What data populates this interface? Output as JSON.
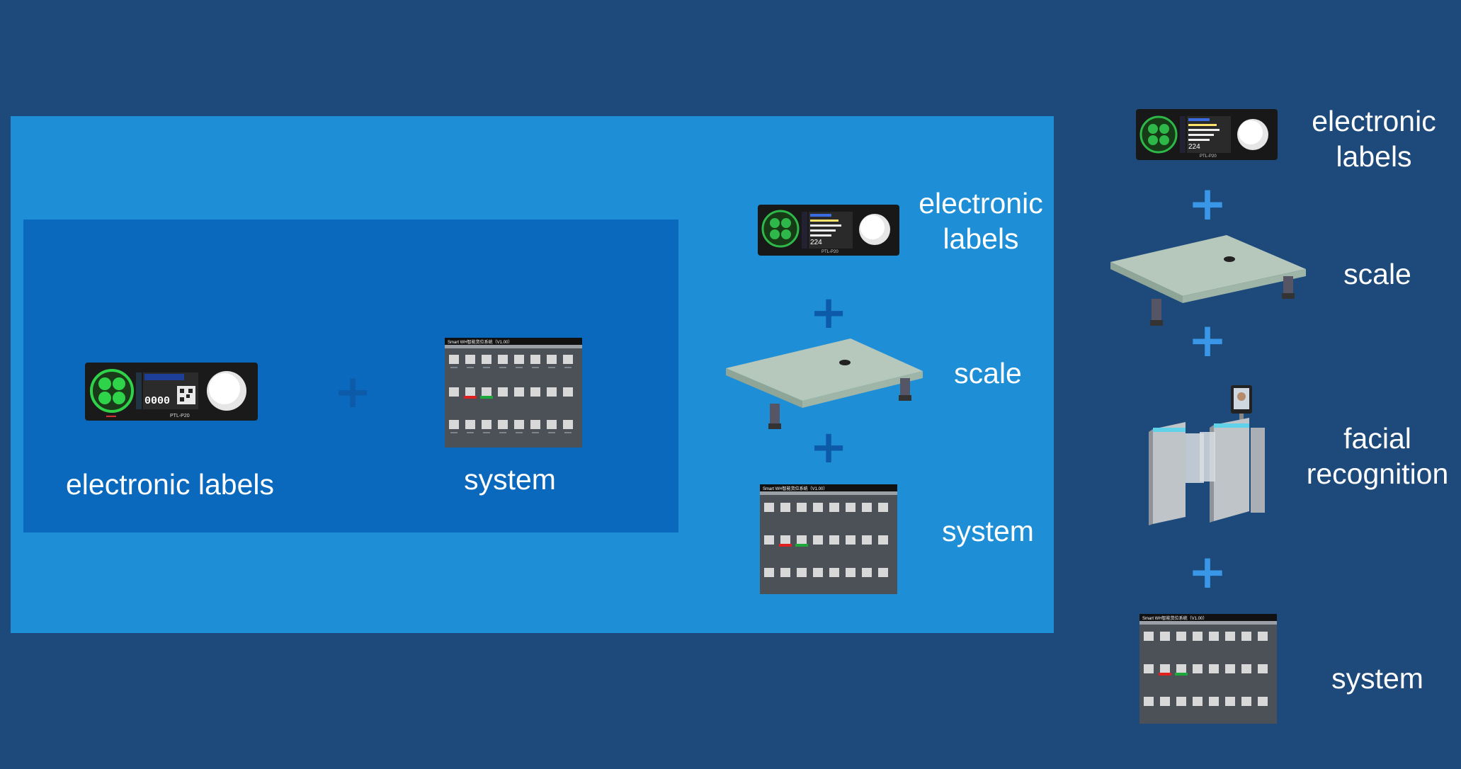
{
  "labels": {
    "electronic_labels_single": "electronic labels",
    "electronic": "electronic",
    "labels": "labels",
    "system": "system",
    "scale": "scale",
    "facial": "facial",
    "recognition": "recognition",
    "plus": "+"
  },
  "devices": {
    "label_device_model": "PTL-P20",
    "label_device_counter": "0000",
    "label_device_number": "224",
    "screen_title": "Smart WH智能货位系统（V1.00）"
  },
  "colors": {
    "background": "#1d4a7b",
    "panel_outer": "#1e8ed6",
    "panel_inner": "#0a69bc",
    "plus_dark": "#0d5aa8",
    "plus_light": "#3a96e6",
    "text": "#ffffff"
  }
}
